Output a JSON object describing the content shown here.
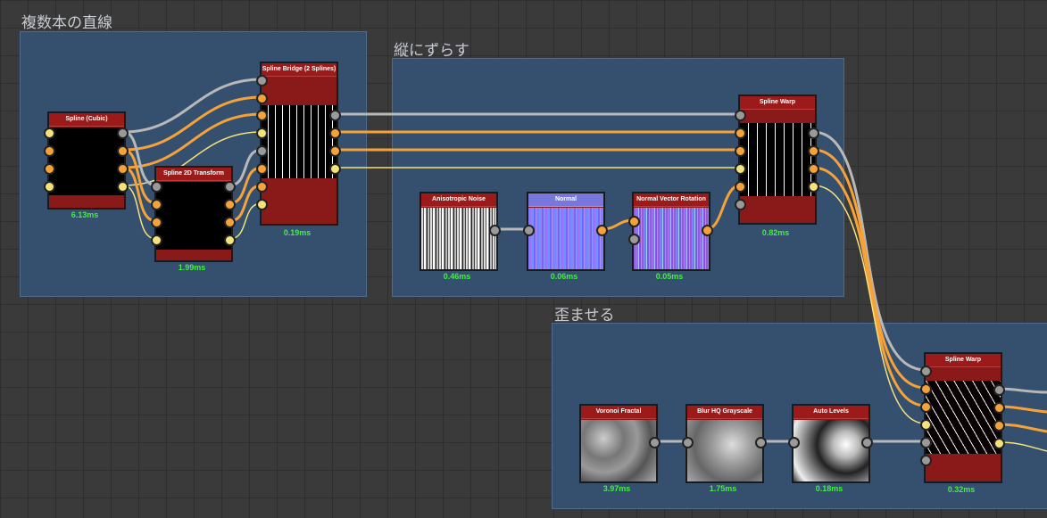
{
  "frames": [
    {
      "title": "複数本の直線"
    },
    {
      "title": "縦にずらす"
    },
    {
      "title": "歪ませる"
    }
  ],
  "nodes": {
    "spline_cubic": {
      "title": "Spline (Cubic)",
      "time": "6.13ms"
    },
    "spline_2d_transform": {
      "title": "Spline 2D Transform",
      "time": "1.99ms"
    },
    "spline_bridge": {
      "title": "Spline Bridge (2 Splines)",
      "time": "0.19ms"
    },
    "spline_warp_1": {
      "title": "Spline Warp",
      "time": "0.82ms"
    },
    "anisotropic_noise": {
      "title": "Anisotropic Noise",
      "time": "0.46ms"
    },
    "normal": {
      "title": "Normal",
      "time": "0.06ms"
    },
    "normal_vector_rotation": {
      "title": "Normal Vector Rotation",
      "time": "0.05ms"
    },
    "voronoi_fractal": {
      "title": "Voronoi Fractal",
      "time": "3.97ms"
    },
    "blur_hq": {
      "title": "Blur HQ Grayscale",
      "time": "1.75ms"
    },
    "auto_levels": {
      "title": "Auto Levels",
      "time": "0.18ms"
    },
    "spline_warp_2": {
      "title": "Spline Warp",
      "time": "0.32ms"
    }
  },
  "colors": {
    "canvas": "#3a3a3a",
    "frame": "#35506f",
    "node_header": "#9b1b1b",
    "wire_gray": "#b8b8b8",
    "wire_orange": "#f5a23a",
    "wire_yellow": "#f4e27a",
    "time_text": "#44ee44"
  }
}
